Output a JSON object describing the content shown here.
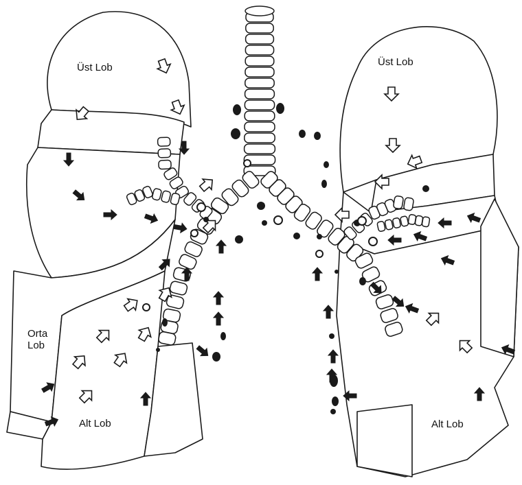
{
  "diagram": {
    "labels": {
      "left_upper": "Üst Lob",
      "left_middle": "Orta\nLob",
      "left_lower": "Alt Lob",
      "right_upper": "Üst Lob",
      "right_lower": "Alt Lob"
    },
    "colors": {
      "line": "#1a1a1a",
      "fill": "#ffffff",
      "particle": "#1a1a1a"
    }
  }
}
